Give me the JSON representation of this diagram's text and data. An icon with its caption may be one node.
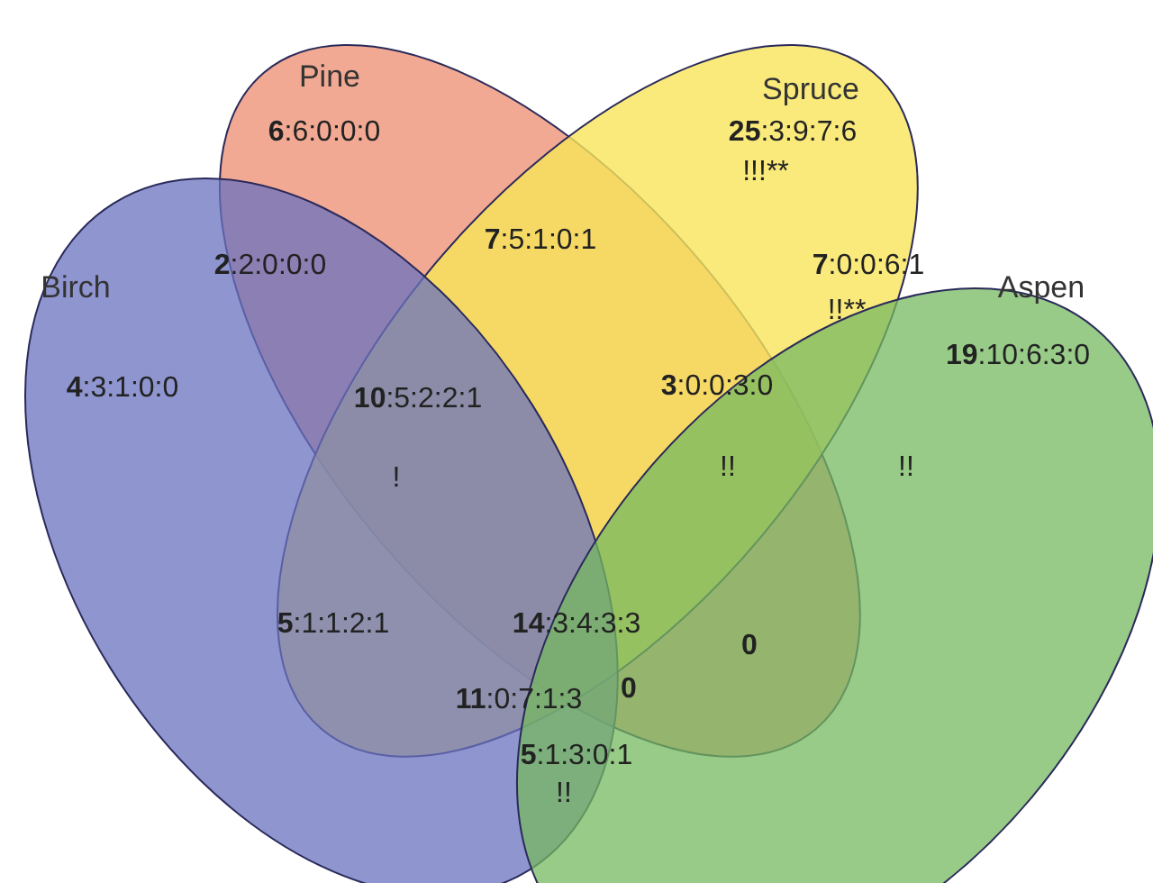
{
  "diagram": {
    "nodes": [
      {
        "text": [
          "Pine"
        ]
      },
      {
        "text": [
          "Spruce"
        ]
      },
      {
        "text": [
          "Birch"
        ]
      },
      {
        "text": [
          "Aspen"
        ]
      }
    ],
    "labels": [
      "**6**:6:0:0:0",
      "**25**:3:9:7:6",
      "!!!**",
      "**7**:5:1:0:1",
      "**2**:2:0:0:0",
      "**7**:0:0:6:1",
      "!!**",
      "**19**:10:6:3:0",
      "**4**:3:1:0:0",
      "**10**:5:2:2:1",
      "**3**:0:0:3:0",
      "!",
      "!!",
      "!!",
      "**5**:1:1:2:1",
      "**14**:3:4:3:3",
      "**0**",
      "**11**:0:7:1:3",
      "**0**",
      "**5**:1:3:0:1",
      "!!"
    ]
  }
}
